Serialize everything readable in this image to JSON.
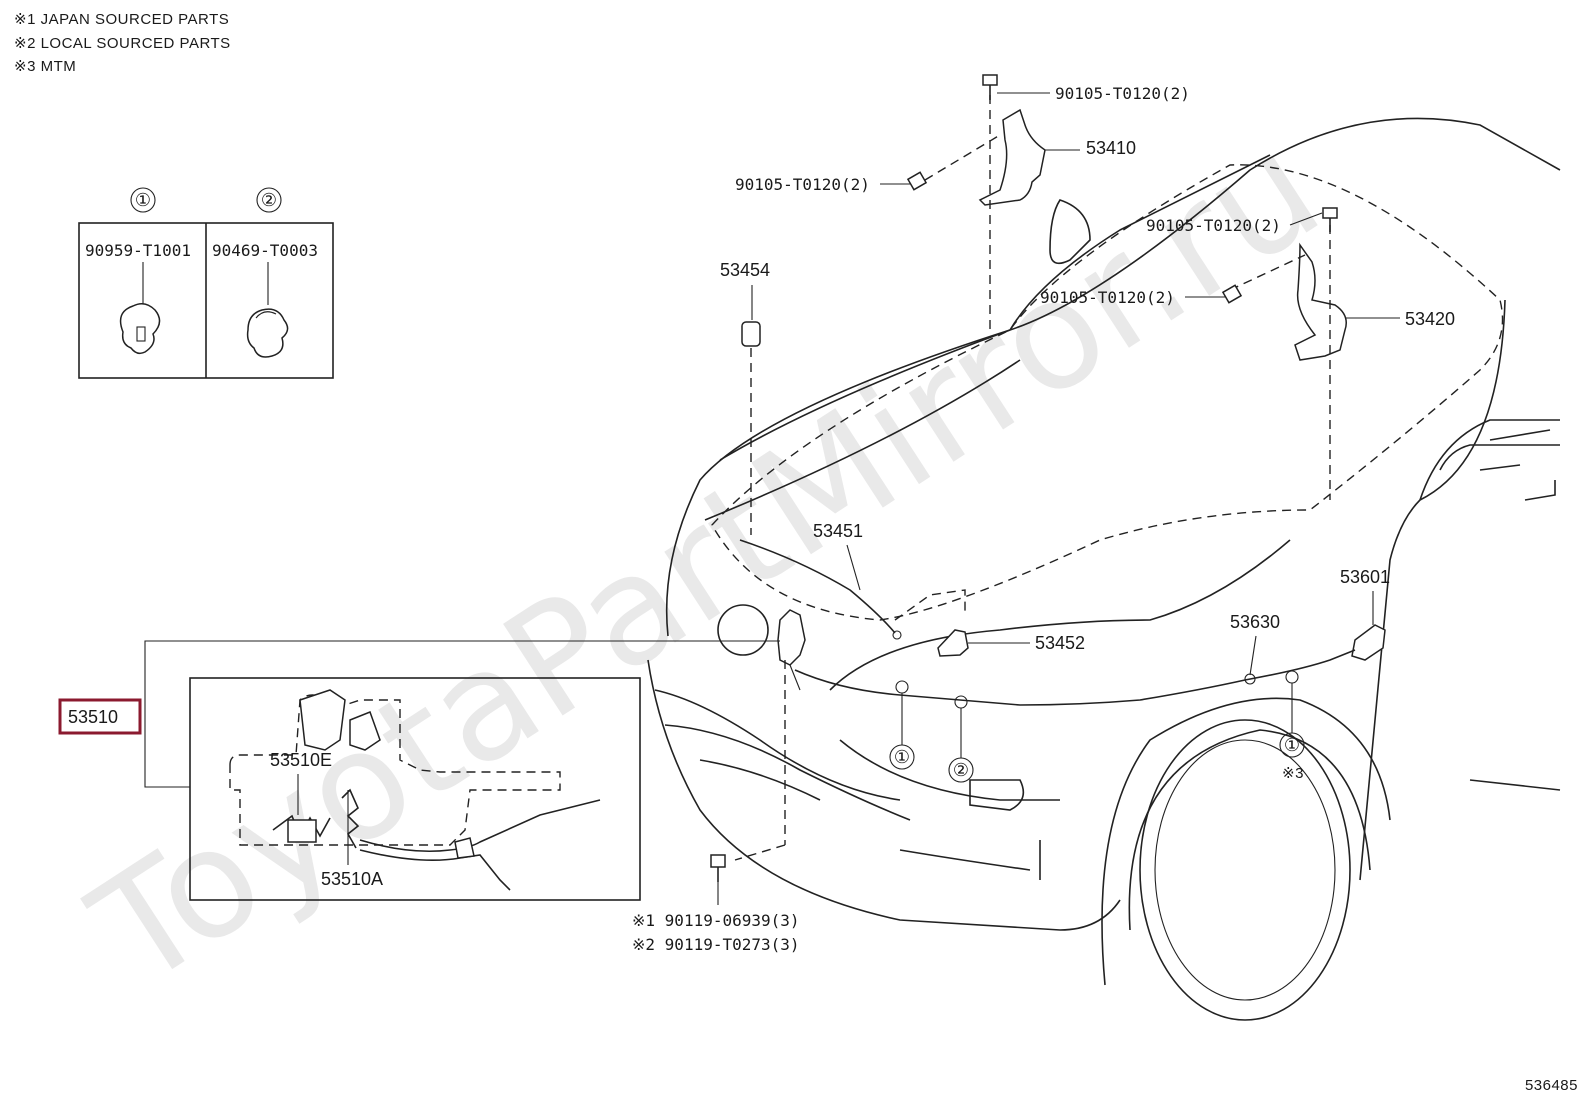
{
  "notes": [
    "※1 JAPAN SOURCED PARTS",
    "※2 LOCAL SOURCED PARTS",
    "※3 MTM"
  ],
  "watermark": "ToyotaPartMirror.ru",
  "legend": {
    "items": [
      {
        "marker": "①",
        "part": "90959-T1001"
      },
      {
        "marker": "②",
        "part": "90469-T0003"
      }
    ]
  },
  "callouts": {
    "hinge_bolt_top": "90105-T0120(2)",
    "hinge_bolt_side_left": "90105-T0120(2)",
    "hinge_left": "53410",
    "hinge_bolt_top_right": "90105-T0120(2)",
    "hinge_bolt_side_right": "90105-T0120(2)",
    "hinge_right": "53420",
    "cushion": "53454",
    "support_rod": "53451",
    "rod_holder": "53452",
    "release_lever": "53601",
    "release_cable": "53630",
    "lock_assy": "53510",
    "lock_sub_e": "53510E",
    "lock_sub_a": "53510A",
    "bolt_note_1": "※1 90119-06939(3)",
    "bolt_note_2": "※2 90119-T0273(3)",
    "clip_marker_1": "①",
    "clip_marker_2": "②",
    "clip_marker_3": "①",
    "mtm_note": "※3"
  },
  "page_number": "536485",
  "highlight_color": "#8b1a2f"
}
